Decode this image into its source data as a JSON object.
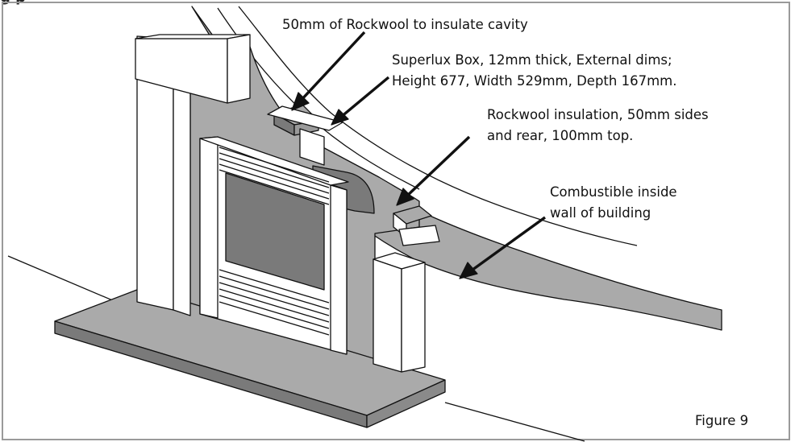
{
  "header": {
    "cut_title": "g       p"
  },
  "labels": {
    "rockwool_cavity": "50mm of Rockwool to insulate cavity",
    "box_line1": "Superlux Box, 12mm thick, External dims;",
    "box_line2": "Height 677, Width 529mm, Depth 167mm.",
    "insulation_line1": "Rockwool insulation, 50mm sides",
    "insulation_line2": "and rear, 100mm top.",
    "wall_line1": "Combustible inside",
    "wall_line2": "wall of building",
    "figure_caption": "Figure 9"
  },
  "colors": {
    "grey_fill": "#aaaaaa",
    "dark_grey": "#7a7a7a",
    "line": "#111111",
    "white": "#ffffff"
  }
}
